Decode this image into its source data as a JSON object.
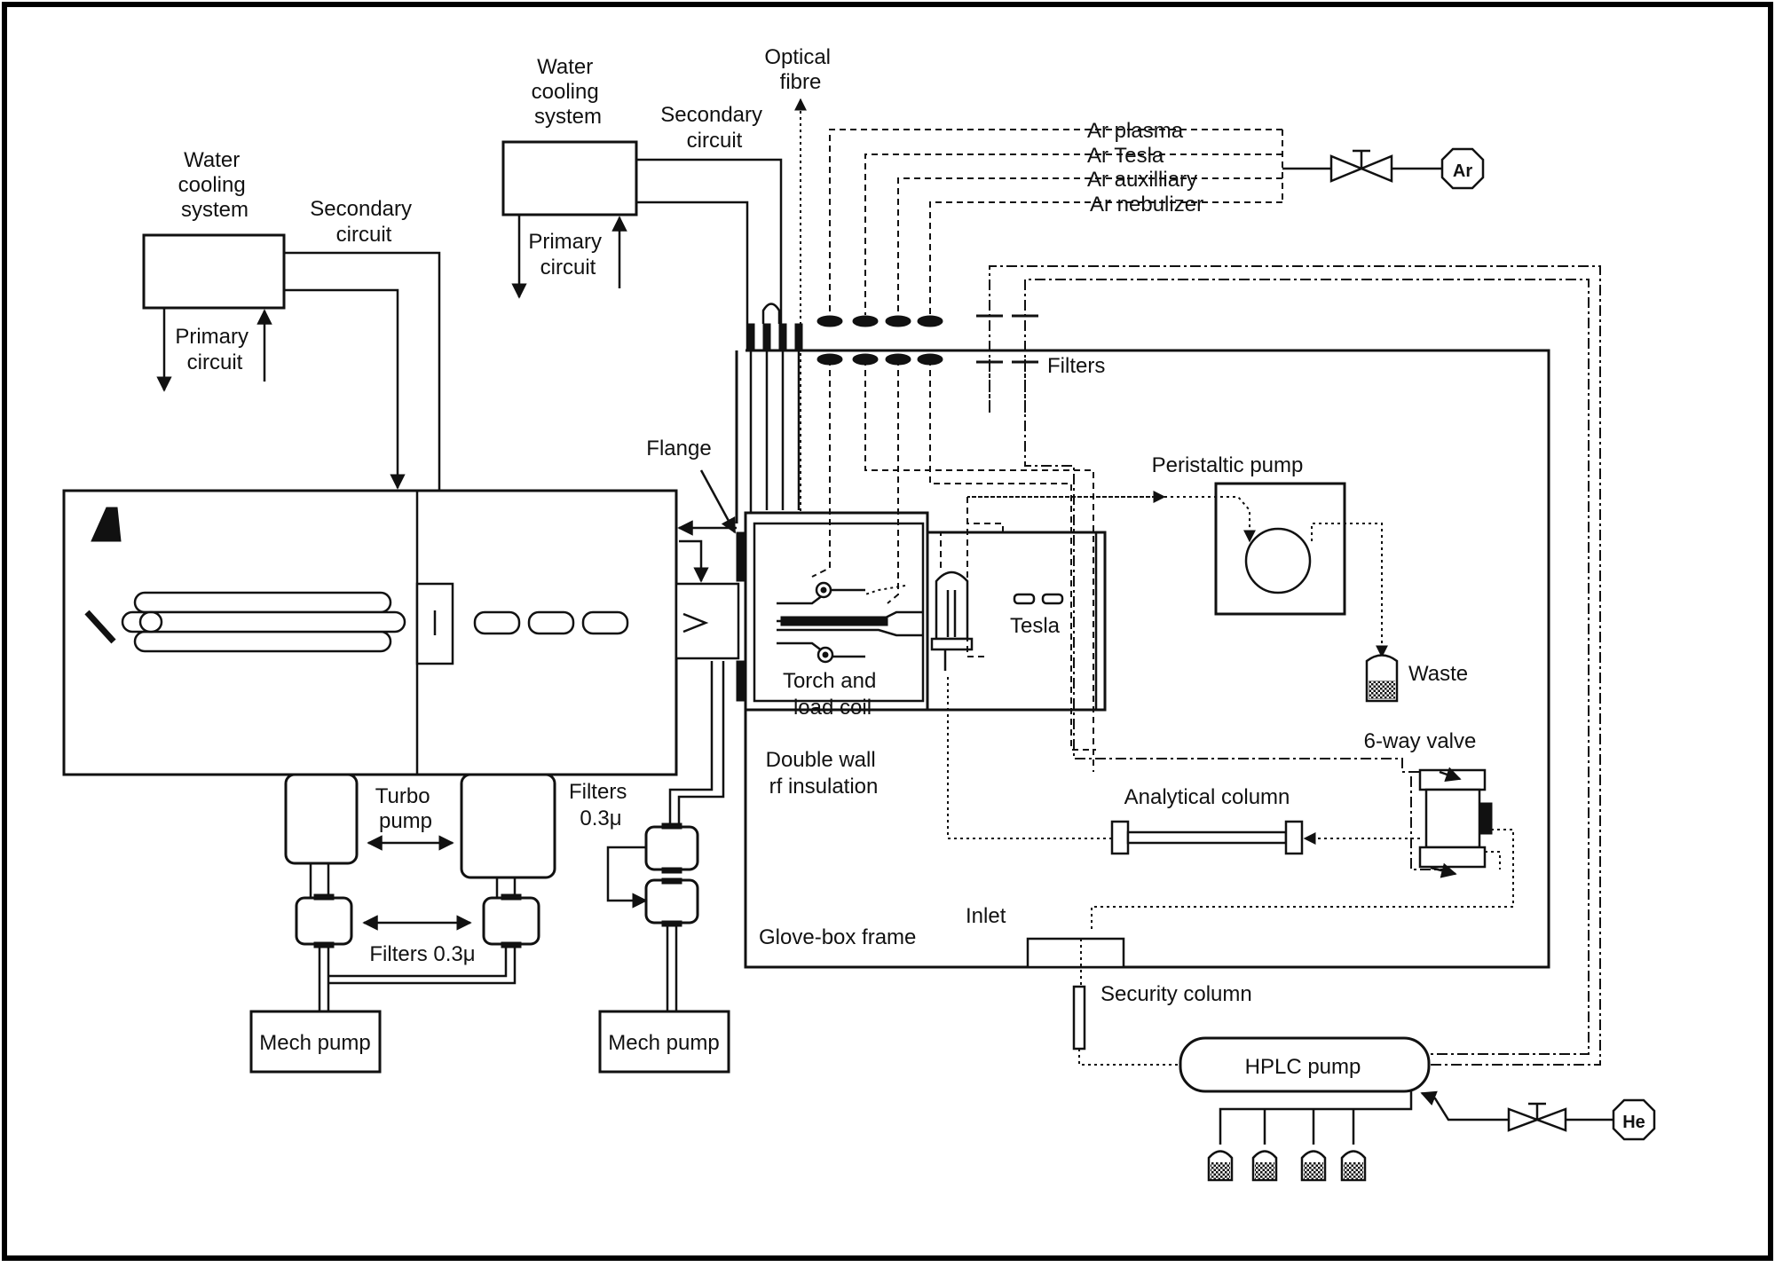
{
  "labels": {
    "water_cooling_left": [
      "Water",
      "cooling",
      "system"
    ],
    "secondary_circuit_left": [
      "Secondary",
      "circuit"
    ],
    "primary_circuit_left": [
      "Primary",
      "circuit"
    ],
    "water_cooling_center": [
      "Water",
      "cooling",
      "system"
    ],
    "secondary_circuit_center": [
      "Secondary",
      "circuit"
    ],
    "primary_circuit_center": [
      "Primary",
      "circuit"
    ],
    "optical_fibre": [
      "Optical",
      "fibre"
    ],
    "ar_plasma": "Ar plasma",
    "ar_tesla": "Ar Tesla",
    "ar_auxiliary": "Ar auxilliary",
    "ar_nebulizer": "Ar nebulizer",
    "ar_source": "Ar",
    "filters_top": "Filters",
    "flange": "Flange",
    "peristaltic_pump": "Peristaltic pump",
    "tesla": "Tesla",
    "waste": "Waste",
    "torch_and_load_coil": [
      "Torch and",
      "load coil"
    ],
    "double_wall": [
      "Double wall",
      "rf insulation"
    ],
    "six_way_valve": "6-way valve",
    "analytical_column": "Analytical column",
    "turbo_pump": [
      "Turbo",
      "pump"
    ],
    "filters_left": "Filters 0.3μ",
    "filters_mid": [
      "Filters",
      "0.3μ"
    ],
    "mech_pump_left": "Mech pump",
    "mech_pump_mid": "Mech pump",
    "inlet": "Inlet",
    "glove_box_frame": "Glove-box frame",
    "security_column": "Security column",
    "hplc_pump": "HPLC pump",
    "he_source": "He"
  }
}
